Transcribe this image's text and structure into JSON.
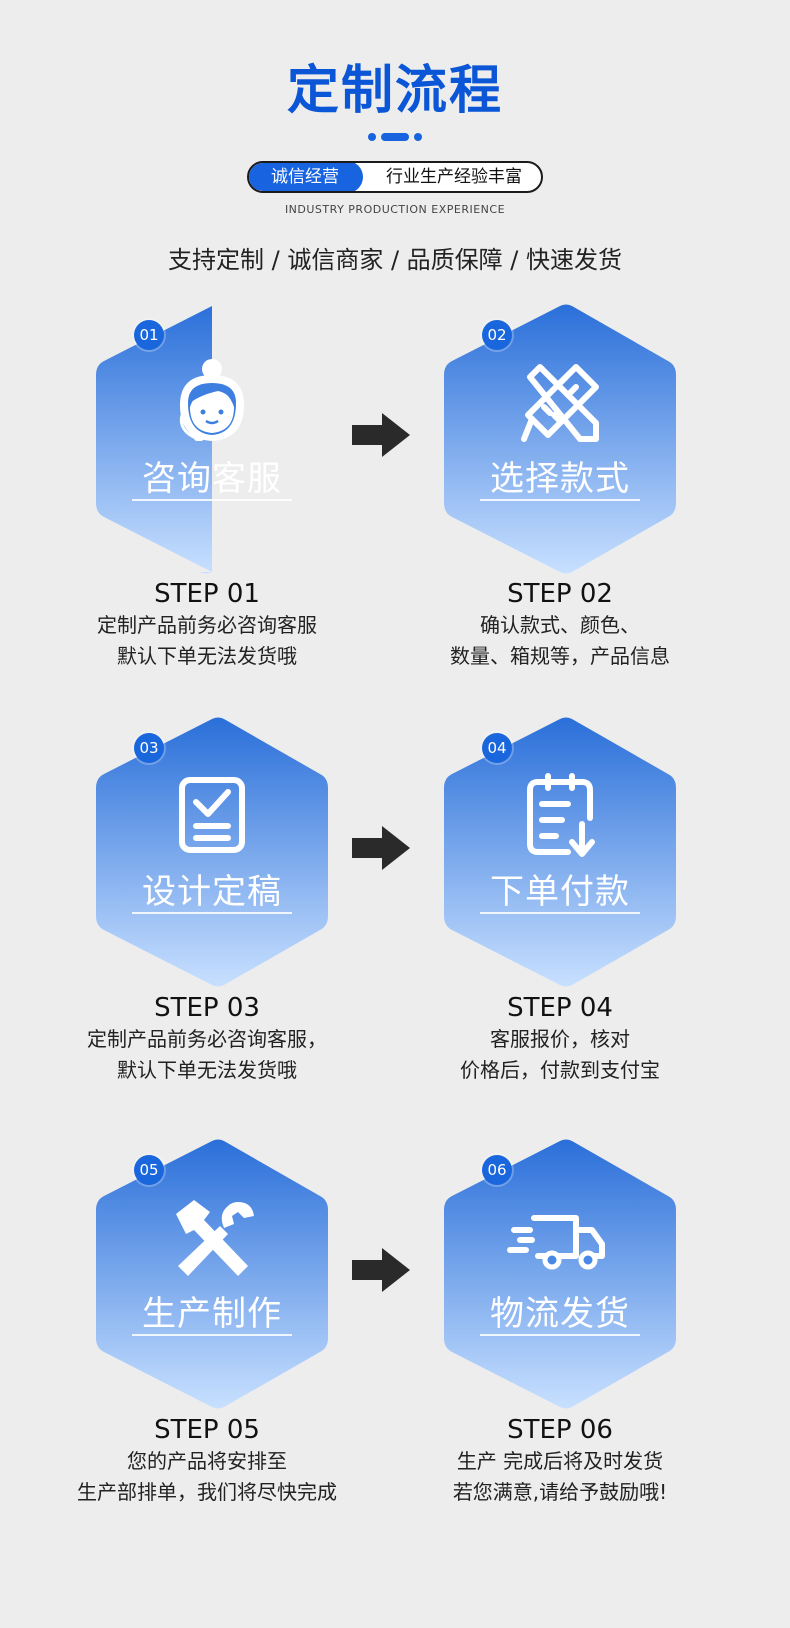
{
  "header": {
    "title": "定制流程",
    "badge_left": "诚信经营",
    "badge_right": "行业生产经验丰富",
    "subtitle_en": "INDUSTRY PRODUCTION EXPERIENCE",
    "tagline": "支持定制 / 诚信商家 / 品质保障 / 快速发货"
  },
  "colors": {
    "accent": "#0b56d6",
    "hex_top": "#2a6fd9",
    "hex_bottom": "#c8e0ff",
    "arrow": "#2a2a2a"
  },
  "steps": [
    {
      "num": "01",
      "label": "咨询客服",
      "icon": "customer-service-icon",
      "step": "STEP 01",
      "line1": "定制产品前务必咨询客服",
      "line2": "默认下单无法发货哦"
    },
    {
      "num": "02",
      "label": "选择款式",
      "icon": "pencil-ruler-icon",
      "step": "STEP 02",
      "line1": "确认款式、颜色、",
      "line2": "数量、箱规等，产品信息"
    },
    {
      "num": "03",
      "label": "设计定稿",
      "icon": "checklist-icon",
      "step": "STEP 03",
      "line1": "定制产品前务必咨询客服，",
      "line2": "默认下单无法发货哦"
    },
    {
      "num": "04",
      "label": "下单付款",
      "icon": "clipboard-download-icon",
      "step": "STEP 04",
      "line1": "客服报价，核对",
      "line2": "价格后，付款到支付宝"
    },
    {
      "num": "05",
      "label": "生产制作",
      "icon": "hammer-wrench-icon",
      "step": "STEP 05",
      "line1": "您的产品将安排至",
      "line2": "生产部排单，我们将尽快完成"
    },
    {
      "num": "06",
      "label": "物流发货",
      "icon": "delivery-truck-icon",
      "step": "STEP 06",
      "line1": "生产 完成后将及时发货",
      "line2": "若您满意,请给予鼓励哦!"
    }
  ]
}
